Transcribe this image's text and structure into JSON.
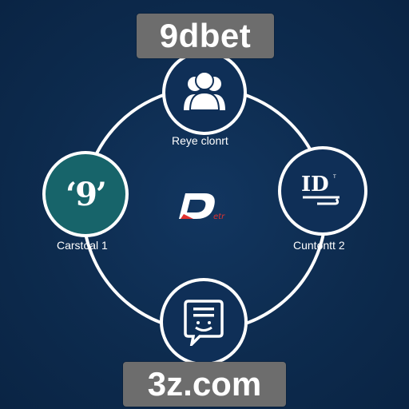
{
  "brand": {
    "top": "9dbet",
    "bottom": "3z.com"
  },
  "nodes": {
    "top": {
      "label": "Reye clonrt",
      "icon": "group-icon"
    },
    "left": {
      "label": "Carstoal 1",
      "icon": "nine-icon",
      "glyph": "‘9’"
    },
    "right": {
      "label": "Cuntontt 2",
      "icon": "chart-doc-icon"
    },
    "bottom": {
      "label": "",
      "icon": "chat-document-icon"
    }
  },
  "center": {
    "icon": "d-logo-icon"
  },
  "colors": {
    "background": "#0d2b4e",
    "ring": "#ffffff",
    "node_fill": "#0f2f57",
    "node_teal": "#17646a",
    "brand_box": "#6d6d6d",
    "accent_red": "#e0312f"
  }
}
